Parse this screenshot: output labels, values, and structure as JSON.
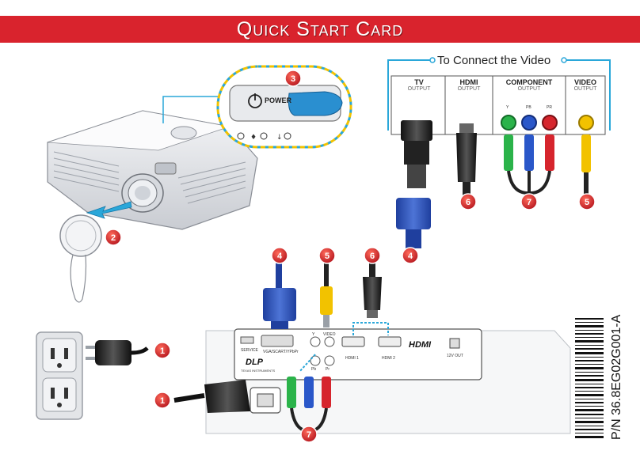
{
  "card": {
    "title": "Quick Start Card"
  },
  "video_section": {
    "title": "To Connect the Video",
    "outputs": [
      {
        "name": "TV",
        "sub": "OUTPUT"
      },
      {
        "name": "HDMI",
        "sub": "OUTPUT"
      },
      {
        "name": "COMPONENT",
        "sub": "OUTPUT"
      },
      {
        "name": "VIDEO",
        "sub": "OUTPUT"
      }
    ],
    "component_channels": [
      "Y",
      "PB",
      "PR"
    ]
  },
  "projector": {
    "power_label": "POWER"
  },
  "steps": [
    "1",
    "2",
    "3",
    "4",
    "5",
    "6",
    "7"
  ],
  "rear_panel": {
    "service": "SERVICE",
    "vga": "VGA/SCART/YPbPr",
    "video": "VIDEO",
    "y": "Y",
    "pb": "Pb",
    "pr": "Pr",
    "hdmi1": "HDMI 1",
    "hdmi2": "HDMI 2",
    "hdmi_logo": "HDMI",
    "out12v": "12V OUT",
    "dlp": "DLP",
    "ti": "TEXAS INSTRUMENTS"
  },
  "part_number": "P/N 36.8EG02G001-A",
  "colors": {
    "banner": "#d9232d",
    "step_badge": "#d9232d",
    "dash": "#2aa7d9",
    "yellow": "#f2c200"
  }
}
